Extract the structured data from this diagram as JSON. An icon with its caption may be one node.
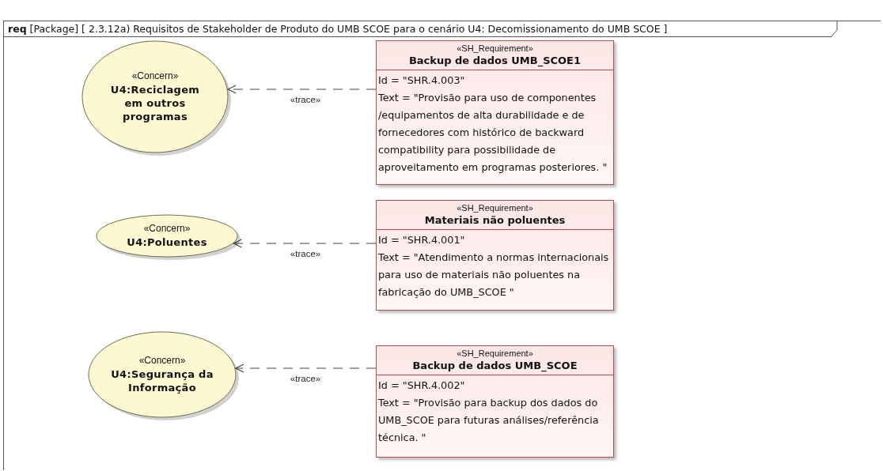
{
  "diagram": {
    "nodes": [
      {
        "text": [
          "**req** [Package] [ 2.3.12a) Requisitos de Stakeholder de Produto do UMB SCOE para o cenário U4: Decomissionamento do UMB SCOE ]"
        ]
      },
      {
        "text": [
          "«Concern»",
          "U4:Reciclagem em outros programas"
        ],
        "in": 0
      },
      {
        "text": [
          "«SH_Requirement»",
          "Backup de dados UMB_SCOE1",
          "Id = \"SHR.4.003\"",
          "Text = \"Provisão para uso de componentes /equipamentos de alta durabilidade e de fornecedores com histórico de backward compatibility para possibilidade de aproveitamento em programas posteriores. \""
        ],
        "in": 0
      },
      {
        "text": [
          "«Concern»",
          "U4:Poluentes"
        ],
        "in": 0
      },
      {
        "text": [
          "«SH_Requirement»",
          "Materiais não poluentes",
          "Id = \"SHR.4.001\"",
          "Text = \"Atendimento a normas internacionais para uso de materiais não poluentes na fabricação do UMB_SCOE \""
        ],
        "in": 0
      },
      {
        "text": [
          "«Concern»",
          "U4:Segurança da Informação"
        ],
        "in": 0
      },
      {
        "text": [
          "«SH_Requirement»",
          "Backup de dados UMB_SCOE",
          "Id = \"SHR.4.002\"",
          "Text = \"Provisão para backup dos dados do UMB_SCOE para futuras análises/referência técnica. \""
        ],
        "in": 0
      }
    ],
    "edges": [
      {
        "from": 2,
        "to": 1,
        "arrow": "to",
        "style": "dashed",
        "label": "«trace»"
      },
      {
        "from": 4,
        "to": 3,
        "arrow": "to",
        "style": "dashed",
        "label": "«trace»"
      },
      {
        "from": 6,
        "to": 5,
        "arrow": "to",
        "style": "dashed",
        "label": "«trace»"
      }
    ]
  }
}
